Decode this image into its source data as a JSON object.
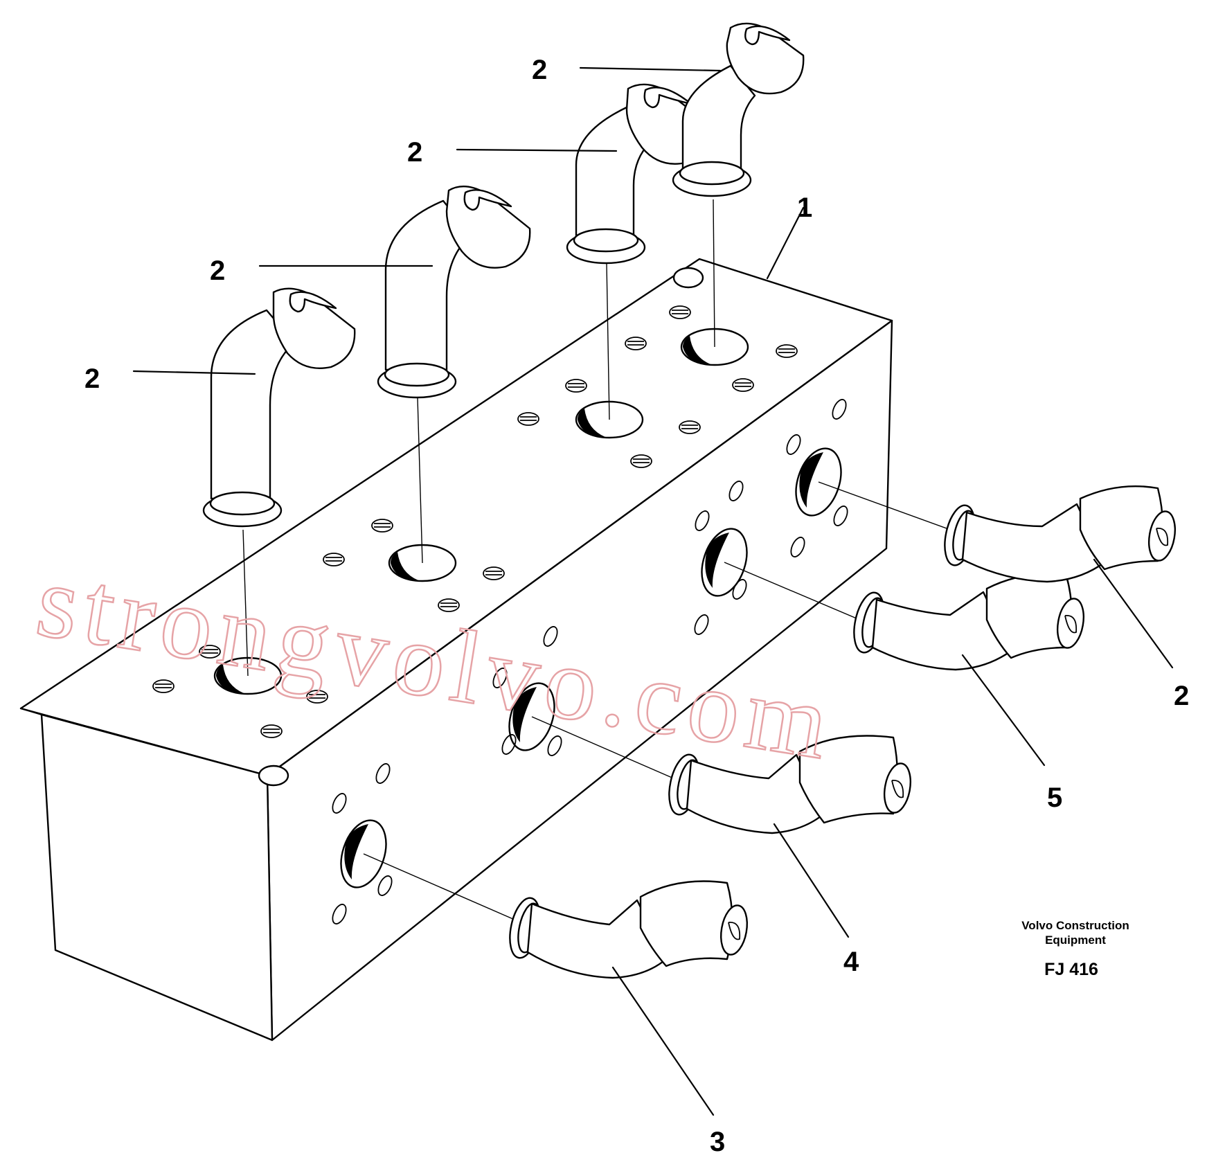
{
  "diagram": {
    "callouts": [
      {
        "id": "c-2a",
        "text": "2"
      },
      {
        "id": "c-2b",
        "text": "2"
      },
      {
        "id": "c-2c",
        "text": "2"
      },
      {
        "id": "c-2d",
        "text": "2"
      },
      {
        "id": "c-1",
        "text": "1"
      },
      {
        "id": "c-2e",
        "text": "2"
      },
      {
        "id": "c-5",
        "text": "5"
      },
      {
        "id": "c-4",
        "text": "4"
      },
      {
        "id": "c-3",
        "text": "3"
      }
    ],
    "caption": {
      "line1": "Volvo Construction",
      "line2": "Equipment",
      "code": "FJ 416"
    },
    "watermark": "strongvolvo.com"
  }
}
